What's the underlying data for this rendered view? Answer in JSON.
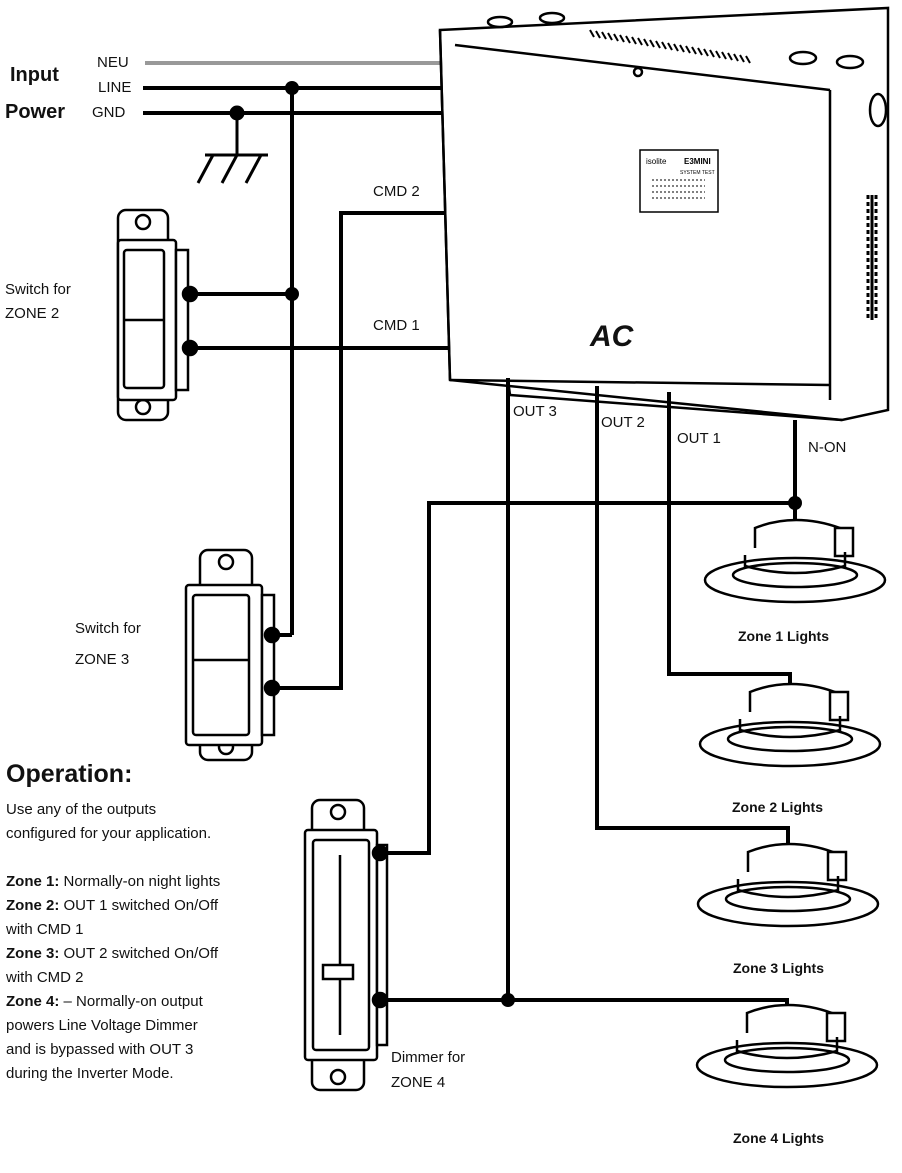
{
  "input_power": {
    "title_line1": "Input",
    "title_line2": "Power",
    "wires": [
      "NEU",
      "LINE",
      "GND"
    ]
  },
  "controller": {
    "label": "AC",
    "panel_brand": "isolite",
    "panel_model": "E3MINI",
    "panel_test": "SYSTEM TEST"
  },
  "signals": {
    "cmd2": "CMD 2",
    "cmd1": "CMD 1",
    "out3": "OUT 3",
    "out2": "OUT 2",
    "out1": "OUT 1",
    "non": "N-ON"
  },
  "switches": {
    "zone2": [
      "Switch for",
      "ZONE 2"
    ],
    "zone3": [
      "Switch for",
      "ZONE 3"
    ],
    "dimmer": [
      "Dimmer for",
      "ZONE 4"
    ]
  },
  "lights": [
    "Zone 1 Lights",
    "Zone 2 Lights",
    "Zone 3 Lights",
    "Zone 4 Lights"
  ],
  "operation": {
    "title": "Operation:",
    "intro": [
      "Use any of the outputs",
      "configured for your application."
    ],
    "zones": [
      {
        "label": "Zone 1:",
        "text": " Normally-on night lights"
      },
      {
        "label": "Zone 2:",
        "text": " OUT 1 switched On/Off"
      },
      {
        "label": "",
        "text": "with CMD 1"
      },
      {
        "label": "Zone 3:",
        "text": " OUT 2 switched On/Off"
      },
      {
        "label": "",
        "text": "with CMD 2"
      },
      {
        "label": "Zone 4:",
        "text": " – Normally-on output"
      },
      {
        "label": "",
        "text": "powers Line Voltage Dimmer"
      },
      {
        "label": "",
        "text": "and is bypassed with OUT 3"
      },
      {
        "label": "",
        "text": "during the Inverter Mode."
      }
    ]
  }
}
